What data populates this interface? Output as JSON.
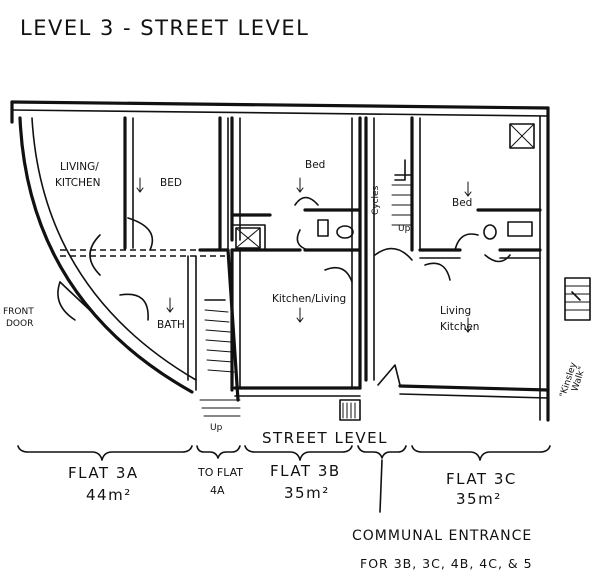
{
  "title": "LEVEL 3 - STREET LEVEL",
  "rooms": {
    "living_kitchen_a_line1": "LIVING/",
    "living_kitchen_a_line2": "KITCHEN",
    "bed_a": "BED",
    "bath_a": "BATH",
    "bed_b": "Bed",
    "kitchen_living_b": "Kitchen/Living",
    "bed_c": "Bed",
    "living_kitchen_c_line1": "Living",
    "living_kitchen_c_line2": "Kitchen",
    "cycles": "Cycles"
  },
  "markers": {
    "up_stair_a": "Up",
    "up_cycles": "Up."
  },
  "front_door_line1": "FRONT",
  "front_door_line2": "DOOR",
  "kinsley_walk_line1": "\"Kinsley",
  "kinsley_walk_line2": "Walk\"",
  "street_level": "STREET LEVEL",
  "flats": [
    {
      "name": "FLAT 3A",
      "area": "44m²"
    },
    {
      "name": "TO FLAT",
      "area": "4A"
    },
    {
      "name": "FLAT 3B",
      "area": "35m²"
    },
    {
      "name": "FLAT 3C",
      "area": "35m²"
    }
  ],
  "communal": {
    "line1": "COMMUNAL ENTRANCE",
    "line2": "FOR 3B, 3C, 4B, 4C, & 5"
  }
}
